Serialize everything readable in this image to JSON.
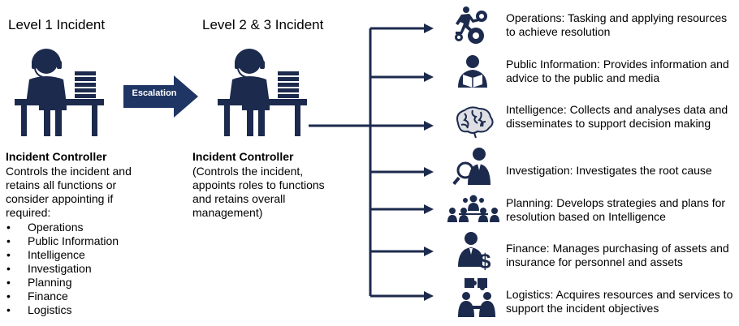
{
  "level1": {
    "title": "Level 1 Incident",
    "controller_title": "Incident Controller",
    "controller_desc": "Controls the incident and retains all functions or consider appointing if required:",
    "functions": [
      "Operations",
      "Public Information",
      "Intelligence",
      "Investigation",
      "Planning",
      "Finance",
      "Logistics"
    ]
  },
  "escalation_label": "Escalation",
  "level2": {
    "title": "Level 2 & 3 Incident",
    "controller_title": "Incident Controller",
    "controller_desc": "(Controls the incident, appoints roles to functions and retains overall management)"
  },
  "functions": [
    {
      "icon": "operations-icon",
      "text": "Operations: Tasking and applying resources to achieve resolution"
    },
    {
      "icon": "public-information-icon",
      "text": "Public Information: Provides information and advice to the public and media"
    },
    {
      "icon": "intelligence-icon",
      "text": "Intelligence: Collects and analyses data and disseminates to support decision making"
    },
    {
      "icon": "investigation-icon",
      "text": "Investigation: Investigates the root cause"
    },
    {
      "icon": "planning-icon",
      "text": "Planning: Develops strategies and plans for resolution based on Intelligence"
    },
    {
      "icon": "finance-icon",
      "text": "Finance: Manages purchasing of assets and insurance for personnel and assets"
    },
    {
      "icon": "logistics-icon",
      "text": "Logistics: Acquires resources and services to support the incident objectives"
    }
  ],
  "colors": {
    "navy": "#1c2a4d",
    "arrow": "#1f3564",
    "escalation_text": "#ffffff"
  }
}
